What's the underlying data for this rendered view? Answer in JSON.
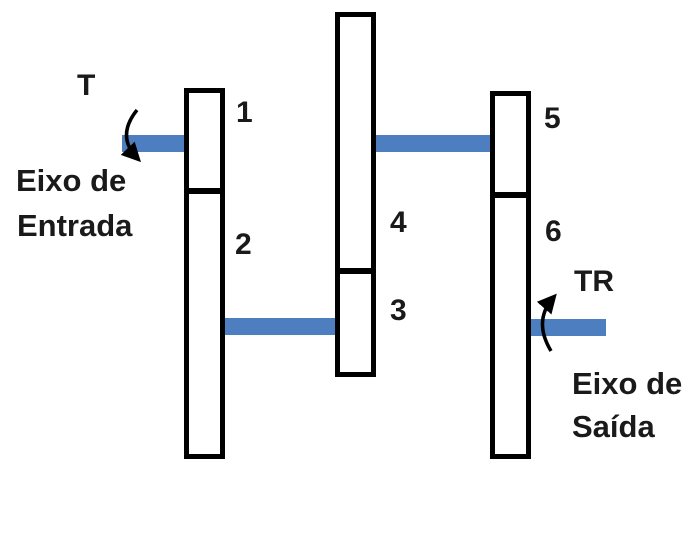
{
  "diagram": {
    "title_hint": "gear-train-schematic",
    "torque": {
      "input_label": "T",
      "output_label": "TR"
    },
    "input_shaft": {
      "caption_line1": "Eixo de",
      "caption_line2": "Entrada"
    },
    "output_shaft": {
      "caption_line1": "Eixo de",
      "caption_line2": "Saída"
    },
    "gears": [
      {
        "label": "1"
      },
      {
        "label": "2"
      },
      {
        "label": "3"
      },
      {
        "label": "4"
      },
      {
        "label": "5"
      },
      {
        "label": "6"
      }
    ],
    "colors": {
      "shaft_blue": "#4d7ebf",
      "outline_black": "#000000"
    }
  }
}
